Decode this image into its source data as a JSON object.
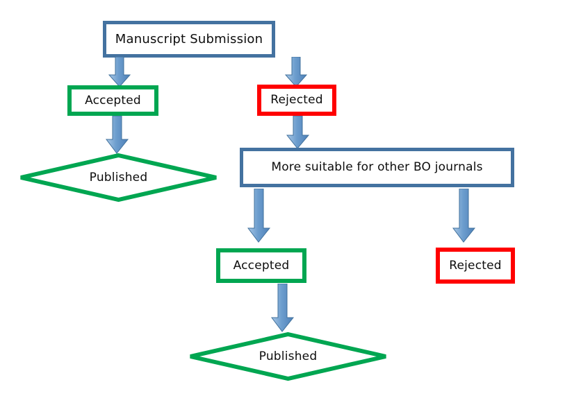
{
  "diagram": {
    "title": "Manuscript submission decision flowchart",
    "colors": {
      "blue_border": "#4472A0",
      "green_border": "#00A651",
      "red_border": "#FF0000",
      "arrow_fill_light": "#8CB4DC",
      "arrow_fill_dark": "#4F81BD",
      "arrow_stroke": "#41719C",
      "background": "#FFFFFF",
      "text": "#0D0D0D"
    },
    "nodes": {
      "manuscript_submission": {
        "label": "Manuscript Submission",
        "shape": "rectangle",
        "border": "blue"
      },
      "accepted_1": {
        "label": "Accepted",
        "shape": "rectangle",
        "border": "green"
      },
      "rejected_1": {
        "label": "Rejected",
        "shape": "rectangle",
        "border": "red"
      },
      "published_1": {
        "label": "Published",
        "shape": "diamond",
        "border": "green"
      },
      "more_suitable": {
        "label": "More suitable for other BO journals",
        "shape": "rectangle",
        "border": "blue"
      },
      "accepted_2": {
        "label": "Accepted",
        "shape": "rectangle",
        "border": "green"
      },
      "rejected_2": {
        "label": "Rejected",
        "shape": "rectangle",
        "border": "red"
      },
      "published_2": {
        "label": "Published",
        "shape": "diamond",
        "border": "green"
      }
    },
    "connectors": [
      {
        "name": "submission-to-accepted",
        "from": "manuscript_submission",
        "to": "accepted_1",
        "direction": "down",
        "style": "block-arrow"
      },
      {
        "name": "submission-to-rejected",
        "from": "manuscript_submission",
        "to": "rejected_1",
        "direction": "down",
        "style": "block-arrow"
      },
      {
        "name": "accepted-to-published",
        "from": "accepted_1",
        "to": "published_1",
        "direction": "down",
        "style": "block-arrow"
      },
      {
        "name": "rejected-to-more-suitable",
        "from": "rejected_1",
        "to": "more_suitable",
        "direction": "down",
        "style": "block-arrow"
      },
      {
        "name": "more-suitable-to-accepted",
        "from": "more_suitable",
        "to": "accepted_2",
        "direction": "down",
        "style": "block-arrow"
      },
      {
        "name": "more-suitable-to-rejected",
        "from": "more_suitable",
        "to": "rejected_2",
        "direction": "down",
        "style": "block-arrow"
      },
      {
        "name": "accepted2-to-published2",
        "from": "accepted_2",
        "to": "published_2",
        "direction": "down",
        "style": "block-arrow"
      }
    ]
  }
}
